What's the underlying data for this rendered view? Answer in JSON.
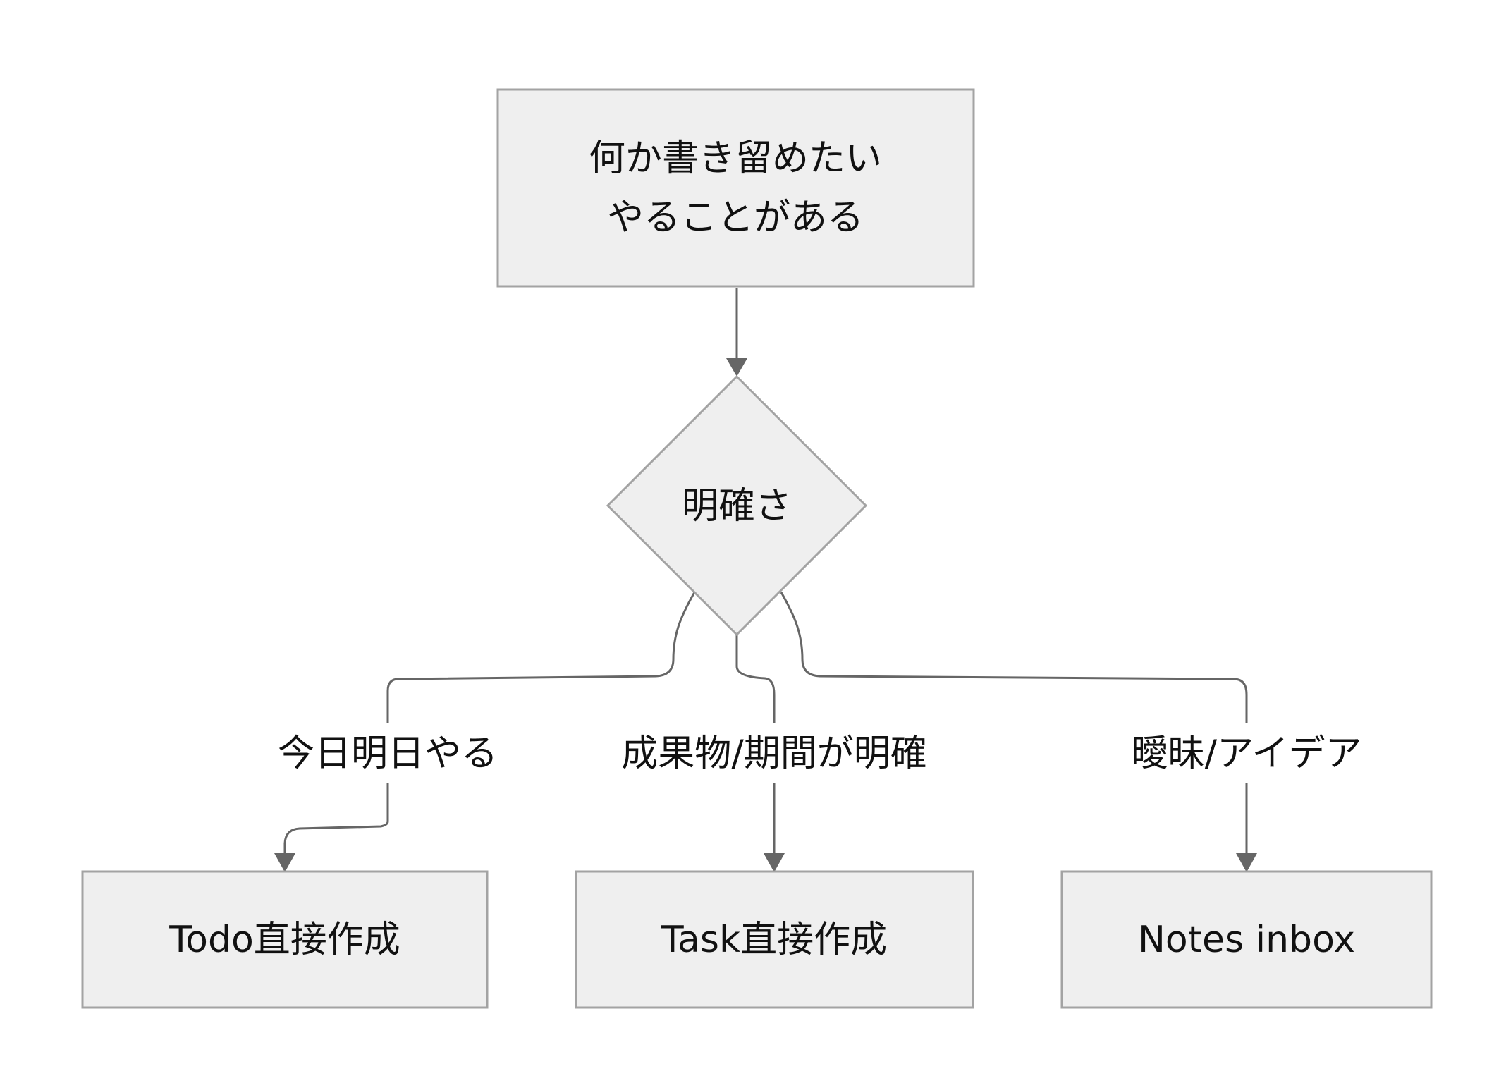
{
  "nodes": {
    "start": {
      "lines": [
        "何か書き留めたい",
        "やることがある"
      ]
    },
    "decision": {
      "label": "明確さ"
    },
    "todo": {
      "label": "Todo直接作成"
    },
    "task": {
      "label": "Task直接作成"
    },
    "notes": {
      "label": "Notes inbox"
    }
  },
  "edges": {
    "to_todo": {
      "label": "今日明日やる"
    },
    "to_task": {
      "label": "成果物/期間が明確"
    },
    "to_notes": {
      "label": "曖昧/アイデア"
    }
  }
}
